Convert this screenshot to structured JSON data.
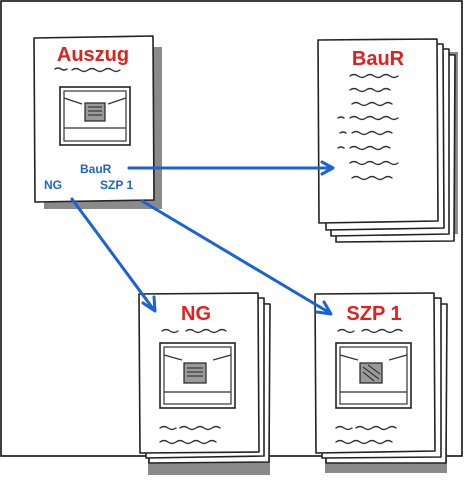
{
  "documents": {
    "auszug": {
      "title": "Auszug",
      "links": [
        "BauR",
        "NG",
        "SZP 1"
      ]
    },
    "baur": {
      "title": "BauR"
    },
    "ng": {
      "title": "NG"
    },
    "szp1": {
      "title": "SZP 1"
    }
  },
  "colors": {
    "title": "#e3201b",
    "link": "#1a63d6",
    "shadow": "#8a8a8a"
  }
}
